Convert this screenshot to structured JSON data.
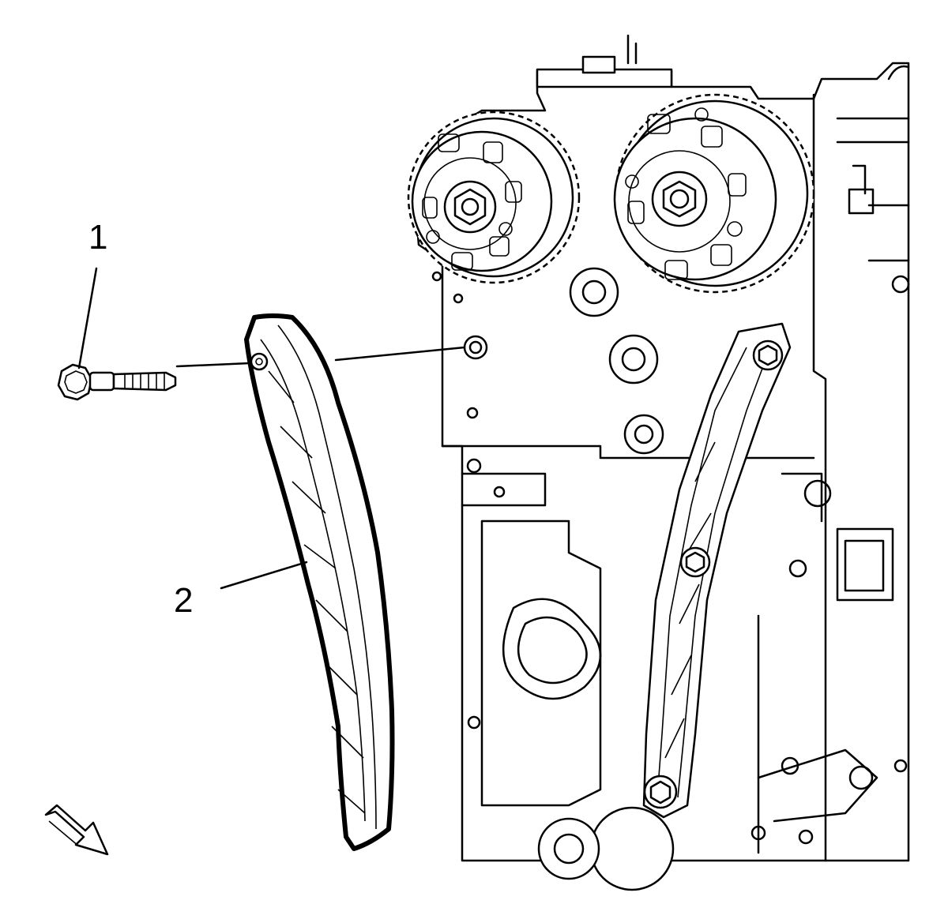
{
  "callouts": [
    {
      "label": "1",
      "part": "bolt"
    },
    {
      "label": "2",
      "part": "timing-chain-guide"
    }
  ],
  "icons": {
    "orientation_arrow": "outline-arrow-down-right-icon"
  }
}
